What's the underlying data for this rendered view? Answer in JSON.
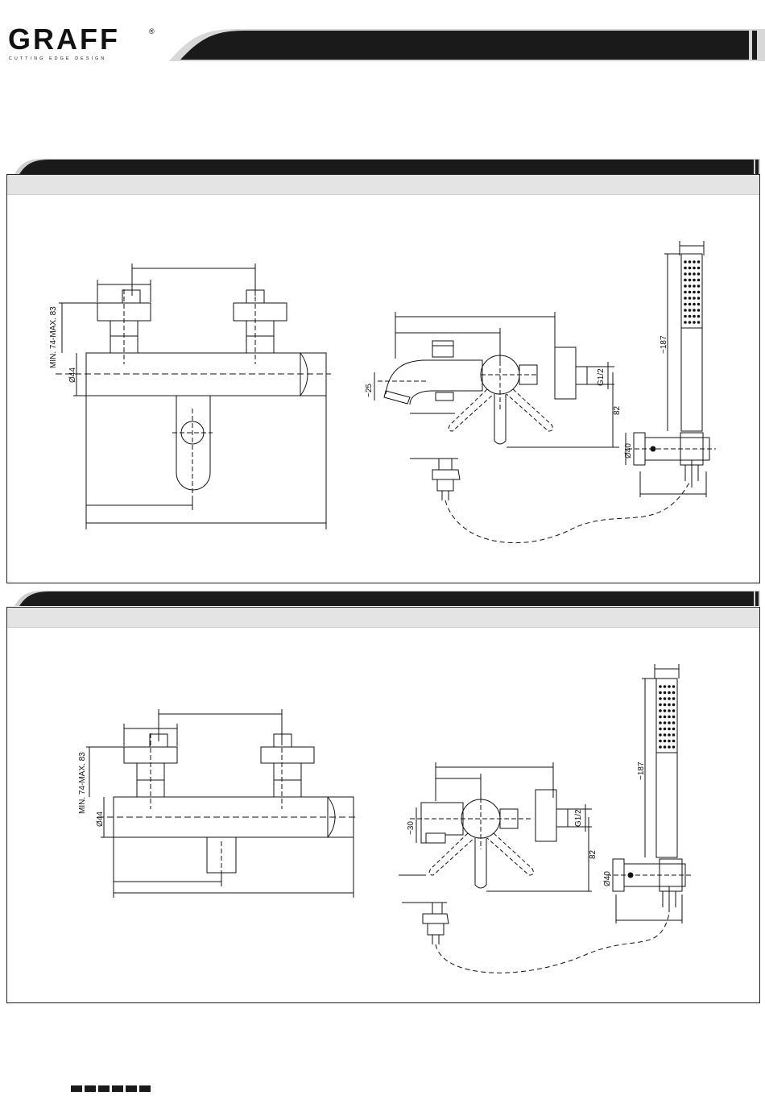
{
  "brand": {
    "name": "GRAFF",
    "registered_mark": "®",
    "tagline": "CUTTING EDGE DESIGN"
  },
  "drawing_1": {
    "dimensions": {
      "inlet_range": "MIN. 74-MAX. 83",
      "body_diameter": "Ø44",
      "spout_height": "~25",
      "connection_thread": "G1/2",
      "outlet_height": "82",
      "handshower_length": "~187",
      "holder_diameter": "Ø40"
    }
  },
  "drawing_2": {
    "dimensions": {
      "inlet_range": "MIN. 74-MAX. 83",
      "body_diameter": "Ø44",
      "spout_height": "~30",
      "connection_thread": "G1/2",
      "outlet_height": "82",
      "handshower_length": "~187",
      "holder_diameter": "Ø40"
    }
  },
  "footer": {
    "blocks": 6
  },
  "colors": {
    "bar": "#1a1a1a",
    "subhead": "#e4e4e4",
    "line": "#111111"
  }
}
